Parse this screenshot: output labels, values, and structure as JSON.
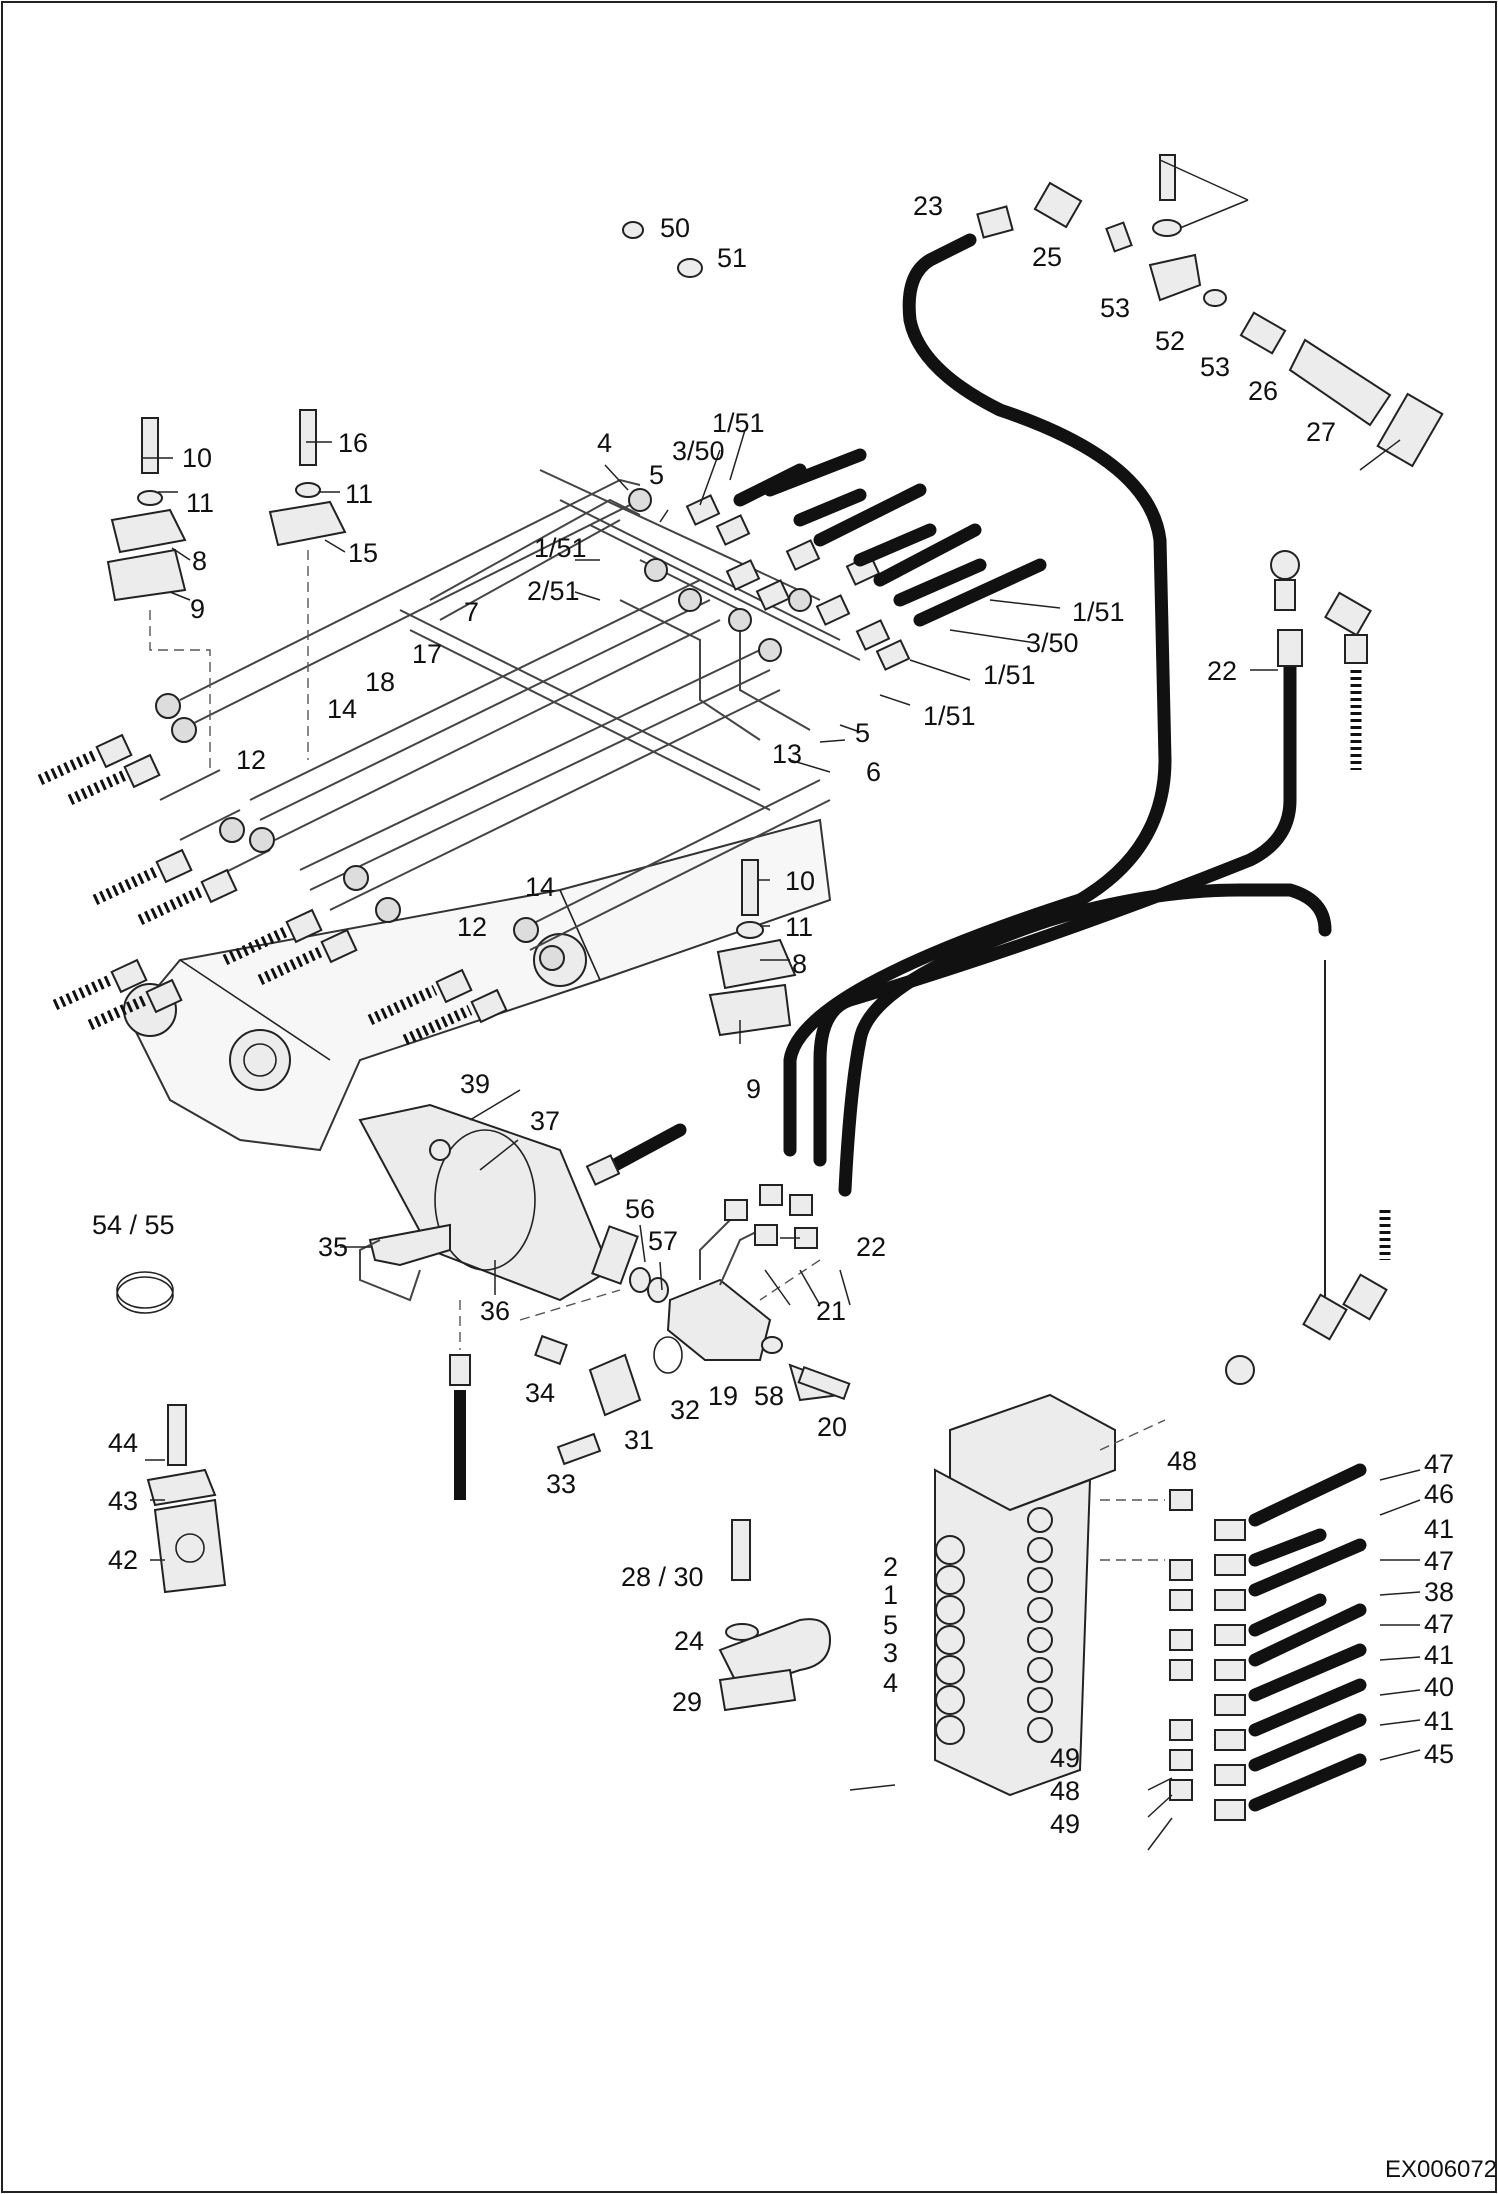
{
  "drawing_code": "EX006072",
  "callouts": [
    {
      "id": "c50",
      "text": "50"
    },
    {
      "id": "c51a",
      "text": "51"
    },
    {
      "id": "c23",
      "text": "23"
    },
    {
      "id": "c25",
      "text": "25"
    },
    {
      "id": "c53a",
      "text": "53"
    },
    {
      "id": "c52",
      "text": "52"
    },
    {
      "id": "c53b",
      "text": "53"
    },
    {
      "id": "c26",
      "text": "26"
    },
    {
      "id": "c27",
      "text": "27"
    },
    {
      "id": "c10a",
      "text": "10"
    },
    {
      "id": "c16",
      "text": "16"
    },
    {
      "id": "c11a",
      "text": "11"
    },
    {
      "id": "c11b",
      "text": "11"
    },
    {
      "id": "c8a",
      "text": "8"
    },
    {
      "id": "c15",
      "text": "15"
    },
    {
      "id": "c9a",
      "text": "9"
    },
    {
      "id": "c4a",
      "text": "4"
    },
    {
      "id": "c5a",
      "text": "5"
    },
    {
      "id": "c3_50a",
      "text": "3/50"
    },
    {
      "id": "c1_51a",
      "text": "1/51"
    },
    {
      "id": "c1_51b",
      "text": "1/51"
    },
    {
      "id": "c2_51",
      "text": "2/51"
    },
    {
      "id": "c7",
      "text": "7"
    },
    {
      "id": "c1_51c",
      "text": "1/51"
    },
    {
      "id": "c3_50b",
      "text": "3/50"
    },
    {
      "id": "c1_51d",
      "text": "1/51"
    },
    {
      "id": "c1_51e",
      "text": "1/51"
    },
    {
      "id": "c22a",
      "text": "22"
    },
    {
      "id": "c17",
      "text": "17"
    },
    {
      "id": "c18",
      "text": "18"
    },
    {
      "id": "c14a",
      "text": "14"
    },
    {
      "id": "c12a",
      "text": "12"
    },
    {
      "id": "c5b",
      "text": "5"
    },
    {
      "id": "c13",
      "text": "13"
    },
    {
      "id": "c6",
      "text": "6"
    },
    {
      "id": "c14b",
      "text": "14"
    },
    {
      "id": "c12b",
      "text": "12"
    },
    {
      "id": "c10b",
      "text": "10"
    },
    {
      "id": "c11c",
      "text": "11"
    },
    {
      "id": "c8b",
      "text": "8"
    },
    {
      "id": "c9b",
      "text": "9"
    },
    {
      "id": "c39",
      "text": "39"
    },
    {
      "id": "c37",
      "text": "37"
    },
    {
      "id": "c54_55",
      "text": "54 / 55"
    },
    {
      "id": "c56",
      "text": "56"
    },
    {
      "id": "c57",
      "text": "57"
    },
    {
      "id": "c22b",
      "text": "22"
    },
    {
      "id": "c35",
      "text": "35"
    },
    {
      "id": "c36",
      "text": "36"
    },
    {
      "id": "c21",
      "text": "21"
    },
    {
      "id": "c34",
      "text": "34"
    },
    {
      "id": "c31",
      "text": "31"
    },
    {
      "id": "c32",
      "text": "32"
    },
    {
      "id": "c19",
      "text": "19"
    },
    {
      "id": "c58",
      "text": "58"
    },
    {
      "id": "c20",
      "text": "20"
    },
    {
      "id": "c33",
      "text": "33"
    },
    {
      "id": "c44",
      "text": "44"
    },
    {
      "id": "c43",
      "text": "43"
    },
    {
      "id": "c42",
      "text": "42"
    },
    {
      "id": "c48a",
      "text": "48"
    },
    {
      "id": "c47a",
      "text": "47"
    },
    {
      "id": "c46",
      "text": "46"
    },
    {
      "id": "c41a",
      "text": "41"
    },
    {
      "id": "c47b",
      "text": "47"
    },
    {
      "id": "c38",
      "text": "38"
    },
    {
      "id": "c47c",
      "text": "47"
    },
    {
      "id": "c41b",
      "text": "41"
    },
    {
      "id": "c40",
      "text": "40"
    },
    {
      "id": "c41c",
      "text": "41"
    },
    {
      "id": "c45",
      "text": "45"
    },
    {
      "id": "c49a",
      "text": "49"
    },
    {
      "id": "c48b",
      "text": "48"
    },
    {
      "id": "c49b",
      "text": "49"
    },
    {
      "id": "c28_30",
      "text": "28 / 30"
    },
    {
      "id": "c24",
      "text": "24"
    },
    {
      "id": "c29",
      "text": "29"
    },
    {
      "id": "c2",
      "text": "2"
    },
    {
      "id": "c1",
      "text": "1"
    },
    {
      "id": "c5c",
      "text": "5"
    },
    {
      "id": "c3",
      "text": "3"
    },
    {
      "id": "c4b",
      "text": "4"
    }
  ]
}
